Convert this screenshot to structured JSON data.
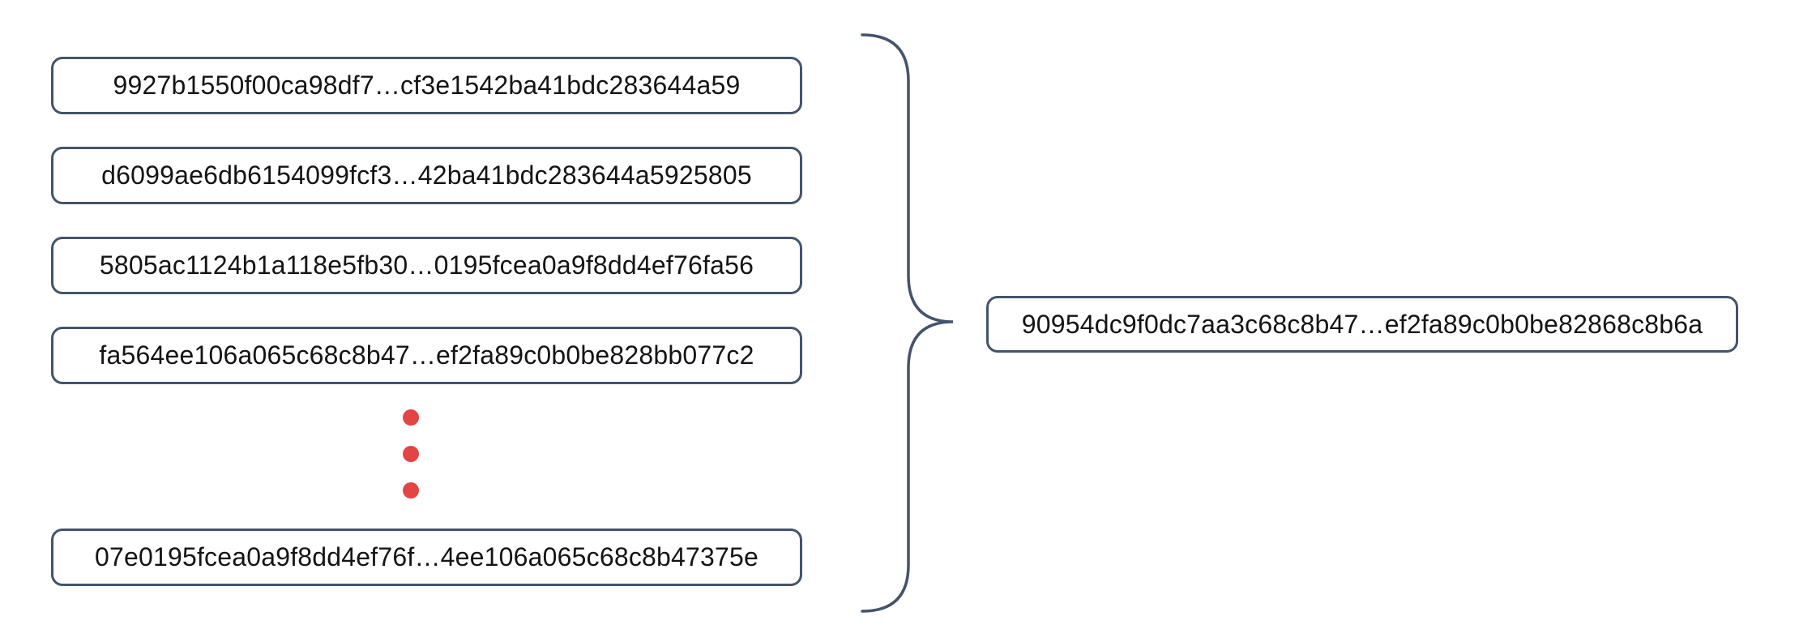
{
  "diagram": {
    "input_hashes": [
      "9927b1550f00ca98df7…cf3e1542ba41bdc283644a59",
      "d6099ae6db6154099fcf3…42ba41bdc283644a5925805",
      "5805ac1124b1a118e5fb30…0195fcea0a9f8dd4ef76fa56",
      "fa564ee106a065c68c8b47…ef2fa89c0b0be828bb077c2",
      "07e0195fcea0a9f8dd4ef76f…4ee106a065c68c8b47375e"
    ],
    "output_hash": "90954dc9f0dc7aa3c68c8b47…ef2fa89c0b0be82868c8b6a",
    "ellipsis_dot_count": 3,
    "colors": {
      "box_border": "#44546a",
      "brace": "#44546a",
      "ellipsis_dots": "#e34444",
      "text": "#141414",
      "background": "#ffffff"
    }
  }
}
